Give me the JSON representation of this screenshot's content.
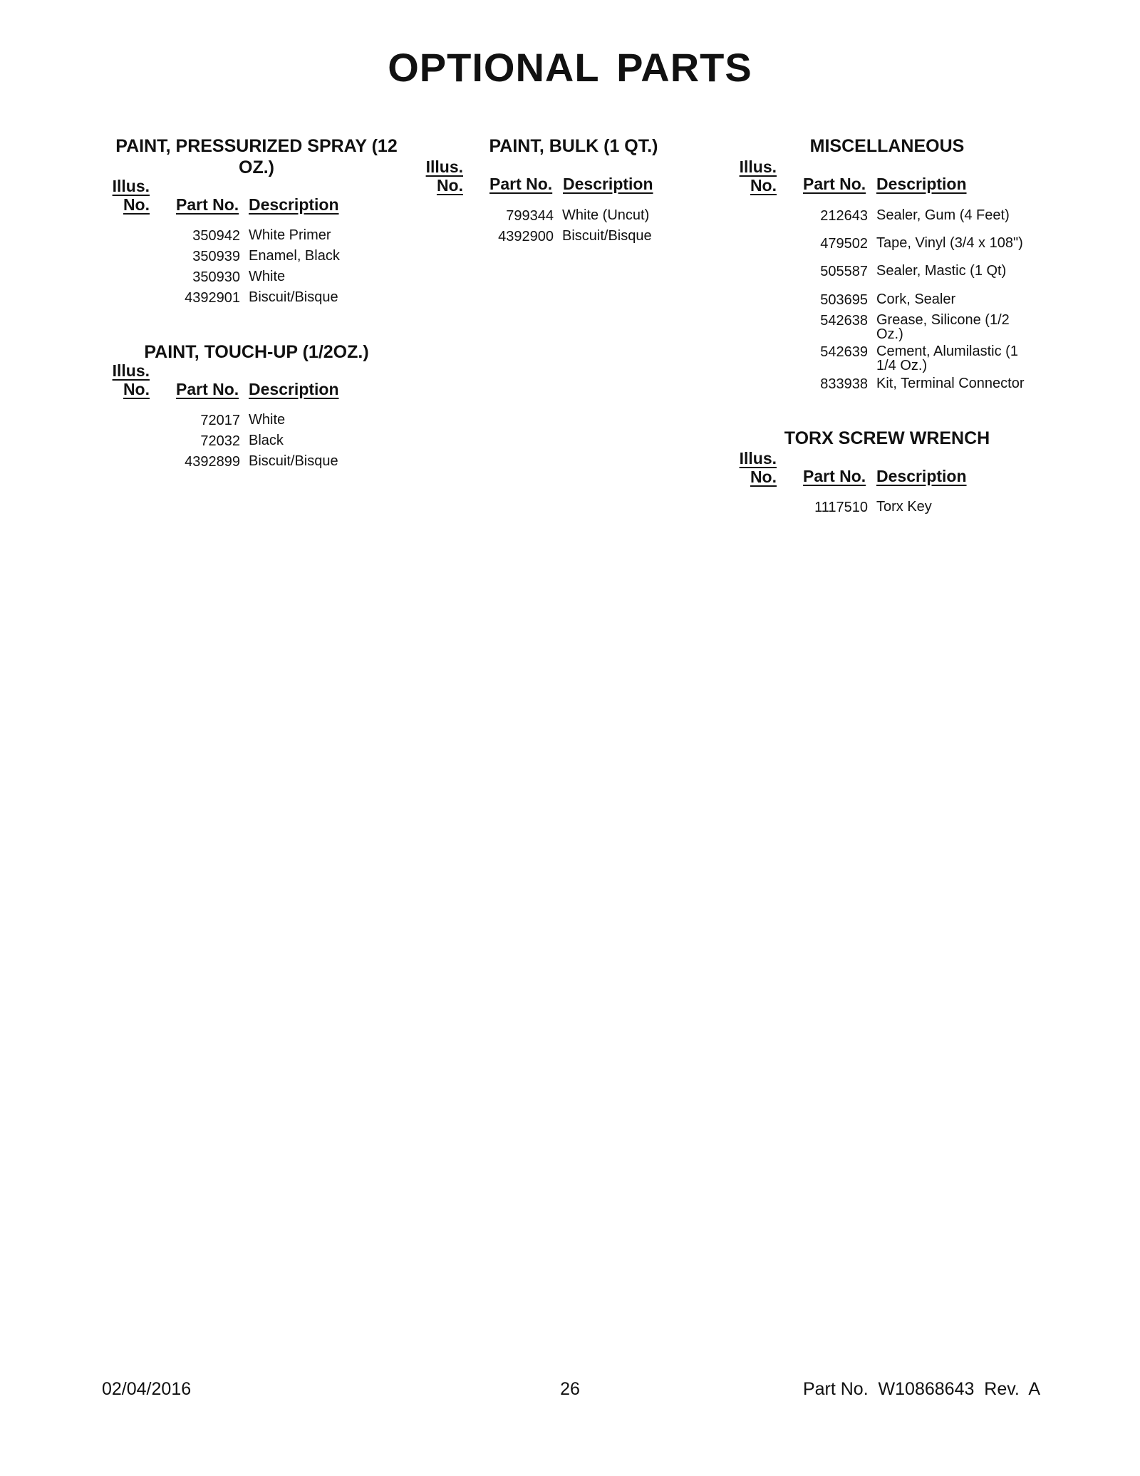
{
  "title": "OPTIONAL PARTS",
  "headers": {
    "illus_line1": "Illus.",
    "illus_line2": "No.",
    "part": "Part No.",
    "desc": "Description"
  },
  "sections": {
    "spray": {
      "title": "PAINT, PRESSURIZED SPRAY (12 OZ.)",
      "rows": [
        {
          "part": "350942",
          "desc": "White Primer"
        },
        {
          "part": "350939",
          "desc": "Enamel, Black"
        },
        {
          "part": "350930",
          "desc": "White"
        },
        {
          "part": "4392901",
          "desc": "Biscuit/Bisque"
        }
      ]
    },
    "touchup": {
      "title": "PAINT, TOUCH-UP (1/2OZ.)",
      "rows": [
        {
          "part": "72017",
          "desc": "White"
        },
        {
          "part": "72032",
          "desc": "Black"
        },
        {
          "part": "4392899",
          "desc": "Biscuit/Bisque"
        }
      ]
    },
    "bulk": {
      "title": "PAINT, BULK (1 QT.)",
      "rows": [
        {
          "part": "799344",
          "desc": "White (Uncut)"
        },
        {
          "part": "4392900",
          "desc": "Biscuit/Bisque"
        }
      ]
    },
    "misc": {
      "title": "MISCELLANEOUS",
      "rows": [
        {
          "part": "212643",
          "desc": "Sealer, Gum (4 Feet)"
        },
        {
          "part": "479502",
          "desc": "Tape, Vinyl (3/4 x 108\")"
        },
        {
          "part": "505587",
          "desc": "Sealer, Mastic (1 Qt)"
        },
        {
          "part": "503695",
          "desc": "Cork, Sealer"
        },
        {
          "part": "542638",
          "desc": "Grease, Silicone (1/2 Oz.)"
        },
        {
          "part": "542639",
          "desc": "Cement, Alumilastic (1 1/4 Oz.)"
        },
        {
          "part": "833938",
          "desc": "Kit, Terminal Connector"
        }
      ]
    },
    "torx": {
      "title": "TORX SCREW WRENCH",
      "rows": [
        {
          "part": "1117510",
          "desc": "Torx Key"
        }
      ]
    }
  },
  "footer": {
    "date": "02/04/2016",
    "page": "26",
    "docno": "Part No.  W10868643  Rev.  A"
  }
}
